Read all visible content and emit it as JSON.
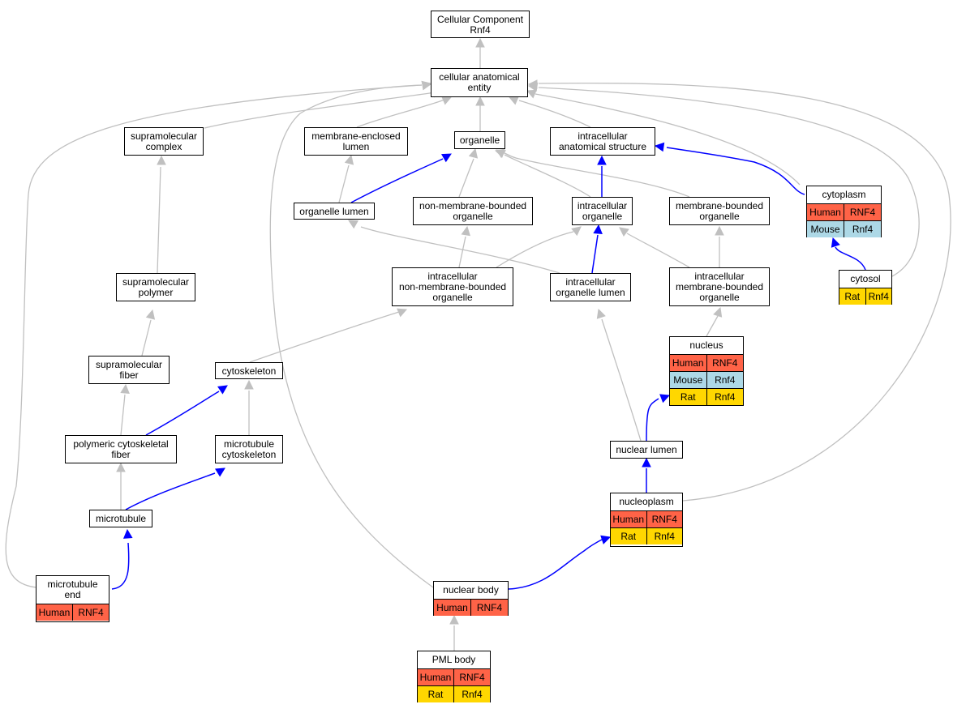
{
  "colors": {
    "human": "#ff6347",
    "mouse": "#add8e6",
    "rat": "#ffd700",
    "is_a_edge": "#c0c0c0",
    "part_of_edge": "#0000ff"
  },
  "nodes": [
    {
      "id": "root",
      "label": "Cellular Component\nRnf4",
      "rows": []
    },
    {
      "id": "cae",
      "label": "cellular anatomical\nentity",
      "rows": []
    },
    {
      "id": "supcomplex",
      "label": "supramolecular\ncomplex",
      "rows": []
    },
    {
      "id": "mel",
      "label": "membrane-enclosed\nlumen",
      "rows": []
    },
    {
      "id": "organelle",
      "label": "organelle",
      "rows": []
    },
    {
      "id": "ias",
      "label": "intracellular\nanatomical structure",
      "rows": []
    },
    {
      "id": "cytoplasm",
      "label": "cytoplasm",
      "rows": [
        {
          "species": "Human",
          "gene": "RNF4"
        },
        {
          "species": "Mouse",
          "gene": "Rnf4"
        }
      ]
    },
    {
      "id": "orglumen",
      "label": "organelle lumen",
      "rows": []
    },
    {
      "id": "nmbo",
      "label": "non-membrane-bounded\norganelle",
      "rows": []
    },
    {
      "id": "intorg",
      "label": "intracellular\norganelle",
      "rows": []
    },
    {
      "id": "mbo",
      "label": "membrane-bounded\norganelle",
      "rows": []
    },
    {
      "id": "cytosol",
      "label": "cytosol",
      "rows": [
        {
          "species": "Rat",
          "gene": "Rnf4"
        }
      ]
    },
    {
      "id": "suppoly",
      "label": "supramolecular\npolymer",
      "rows": []
    },
    {
      "id": "inmbo",
      "label": "intracellular\nnon-membrane-bounded\norganelle",
      "rows": []
    },
    {
      "id": "iol",
      "label": "intracellular\norganelle lumen",
      "rows": []
    },
    {
      "id": "imbo",
      "label": "intracellular\nmembrane-bounded\norganelle",
      "rows": []
    },
    {
      "id": "nucleus",
      "label": "nucleus",
      "rows": [
        {
          "species": "Human",
          "gene": "RNF4"
        },
        {
          "species": "Mouse",
          "gene": "Rnf4"
        },
        {
          "species": "Rat",
          "gene": "Rnf4"
        }
      ]
    },
    {
      "id": "supfiber",
      "label": "supramolecular\nfiber",
      "rows": []
    },
    {
      "id": "cytoskeleton",
      "label": "cytoskeleton",
      "rows": []
    },
    {
      "id": "pcf",
      "label": "polymeric cytoskeletal\nfiber",
      "rows": []
    },
    {
      "id": "mtcyto",
      "label": "microtubule\ncytoskeleton",
      "rows": []
    },
    {
      "id": "nuclumen",
      "label": "nuclear lumen",
      "rows": []
    },
    {
      "id": "microtubule",
      "label": "microtubule",
      "rows": []
    },
    {
      "id": "nucleoplasm",
      "label": "nucleoplasm",
      "rows": [
        {
          "species": "Human",
          "gene": "RNF4"
        },
        {
          "species": "Rat",
          "gene": "Rnf4"
        }
      ]
    },
    {
      "id": "mtend",
      "label": "microtubule\nend",
      "rows": [
        {
          "species": "Human",
          "gene": "RNF4"
        }
      ]
    },
    {
      "id": "nucbody",
      "label": "nuclear body",
      "rows": [
        {
          "species": "Human",
          "gene": "RNF4"
        }
      ]
    },
    {
      "id": "pml",
      "label": "PML body",
      "rows": [
        {
          "species": "Human",
          "gene": "RNF4"
        },
        {
          "species": "Rat",
          "gene": "Rnf4"
        }
      ]
    }
  ]
}
